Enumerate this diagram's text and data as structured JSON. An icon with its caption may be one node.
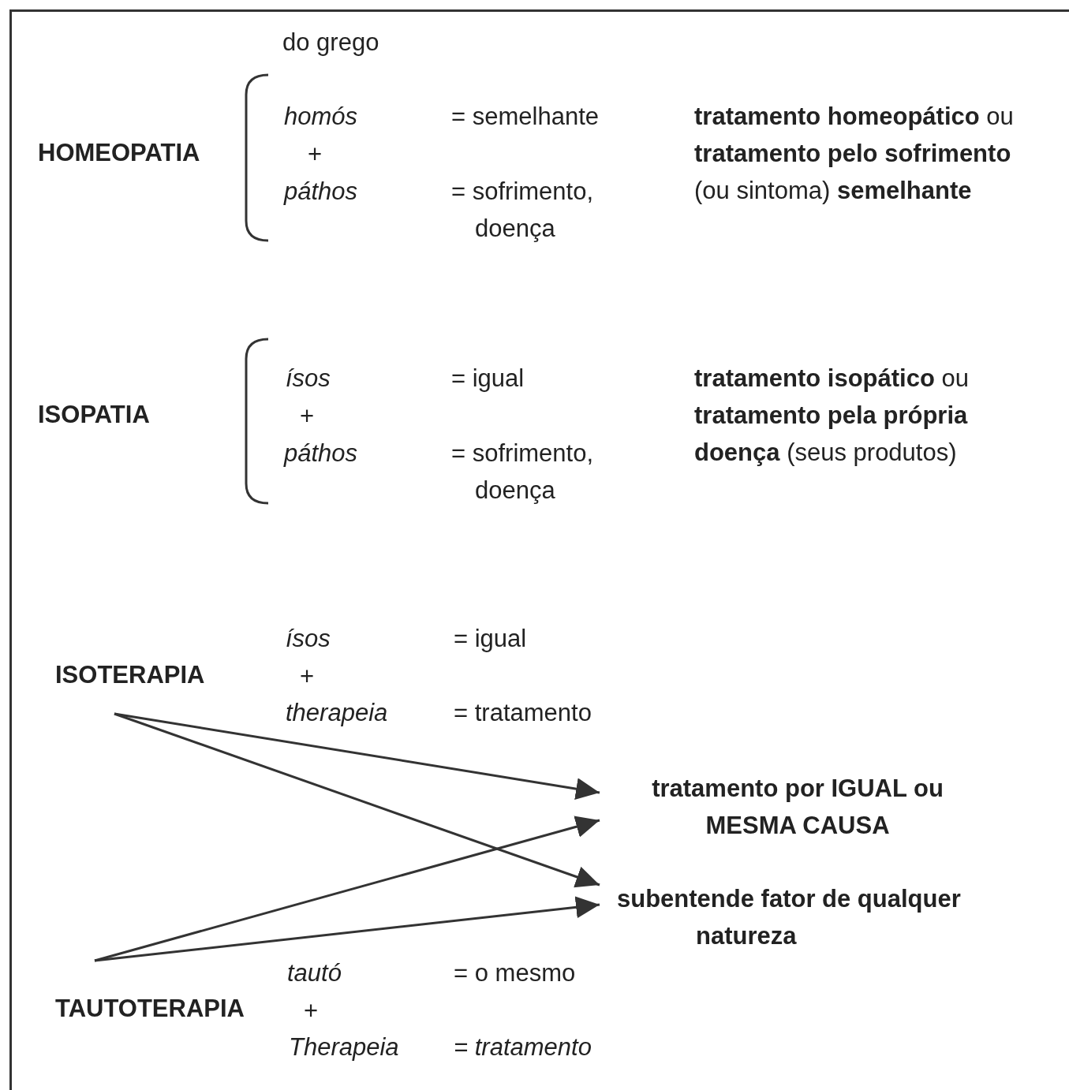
{
  "diagram": {
    "nodes": [
      {
        "text": [
          "ISOTERAPIA"
        ]
      },
      {
        "text": [
          "tratamento por IGUAL ou MESMA CAUSA"
        ]
      },
      {
        "text": [
          "subentende fator de qualquer natureza"
        ]
      },
      {
        "text": [
          "TAUTOTERAPIA"
        ]
      }
    ],
    "edges": [
      {
        "from": 0,
        "to": 1,
        "arrow": "to"
      },
      {
        "from": 0,
        "to": 2,
        "arrow": "to"
      },
      {
        "from": 3,
        "to": 1,
        "arrow": "to"
      },
      {
        "from": 3,
        "to": 2,
        "arrow": "to"
      }
    ],
    "labels": [
      "do grego",
      "HOMEOPATIA",
      "homós",
      "+",
      "páthos",
      "= semelhante",
      "= sofrimento, doença",
      "**tratamento homeopático** ou **tratamento pelo sofrimento** (ou sintoma) **semelhante**",
      "ISOPATIA",
      "ísos",
      "+",
      "páthos",
      "= igual",
      "= sofrimento, doença",
      "**tratamento isopático** ou **tratamento pela própria doença** (seus produtos)",
      "ísos",
      "+",
      "therapeia",
      "= igual",
      "= tratamento",
      "tautó",
      "+",
      "Therapeia",
      "= o mesmo",
      "= tratamento"
    ]
  }
}
